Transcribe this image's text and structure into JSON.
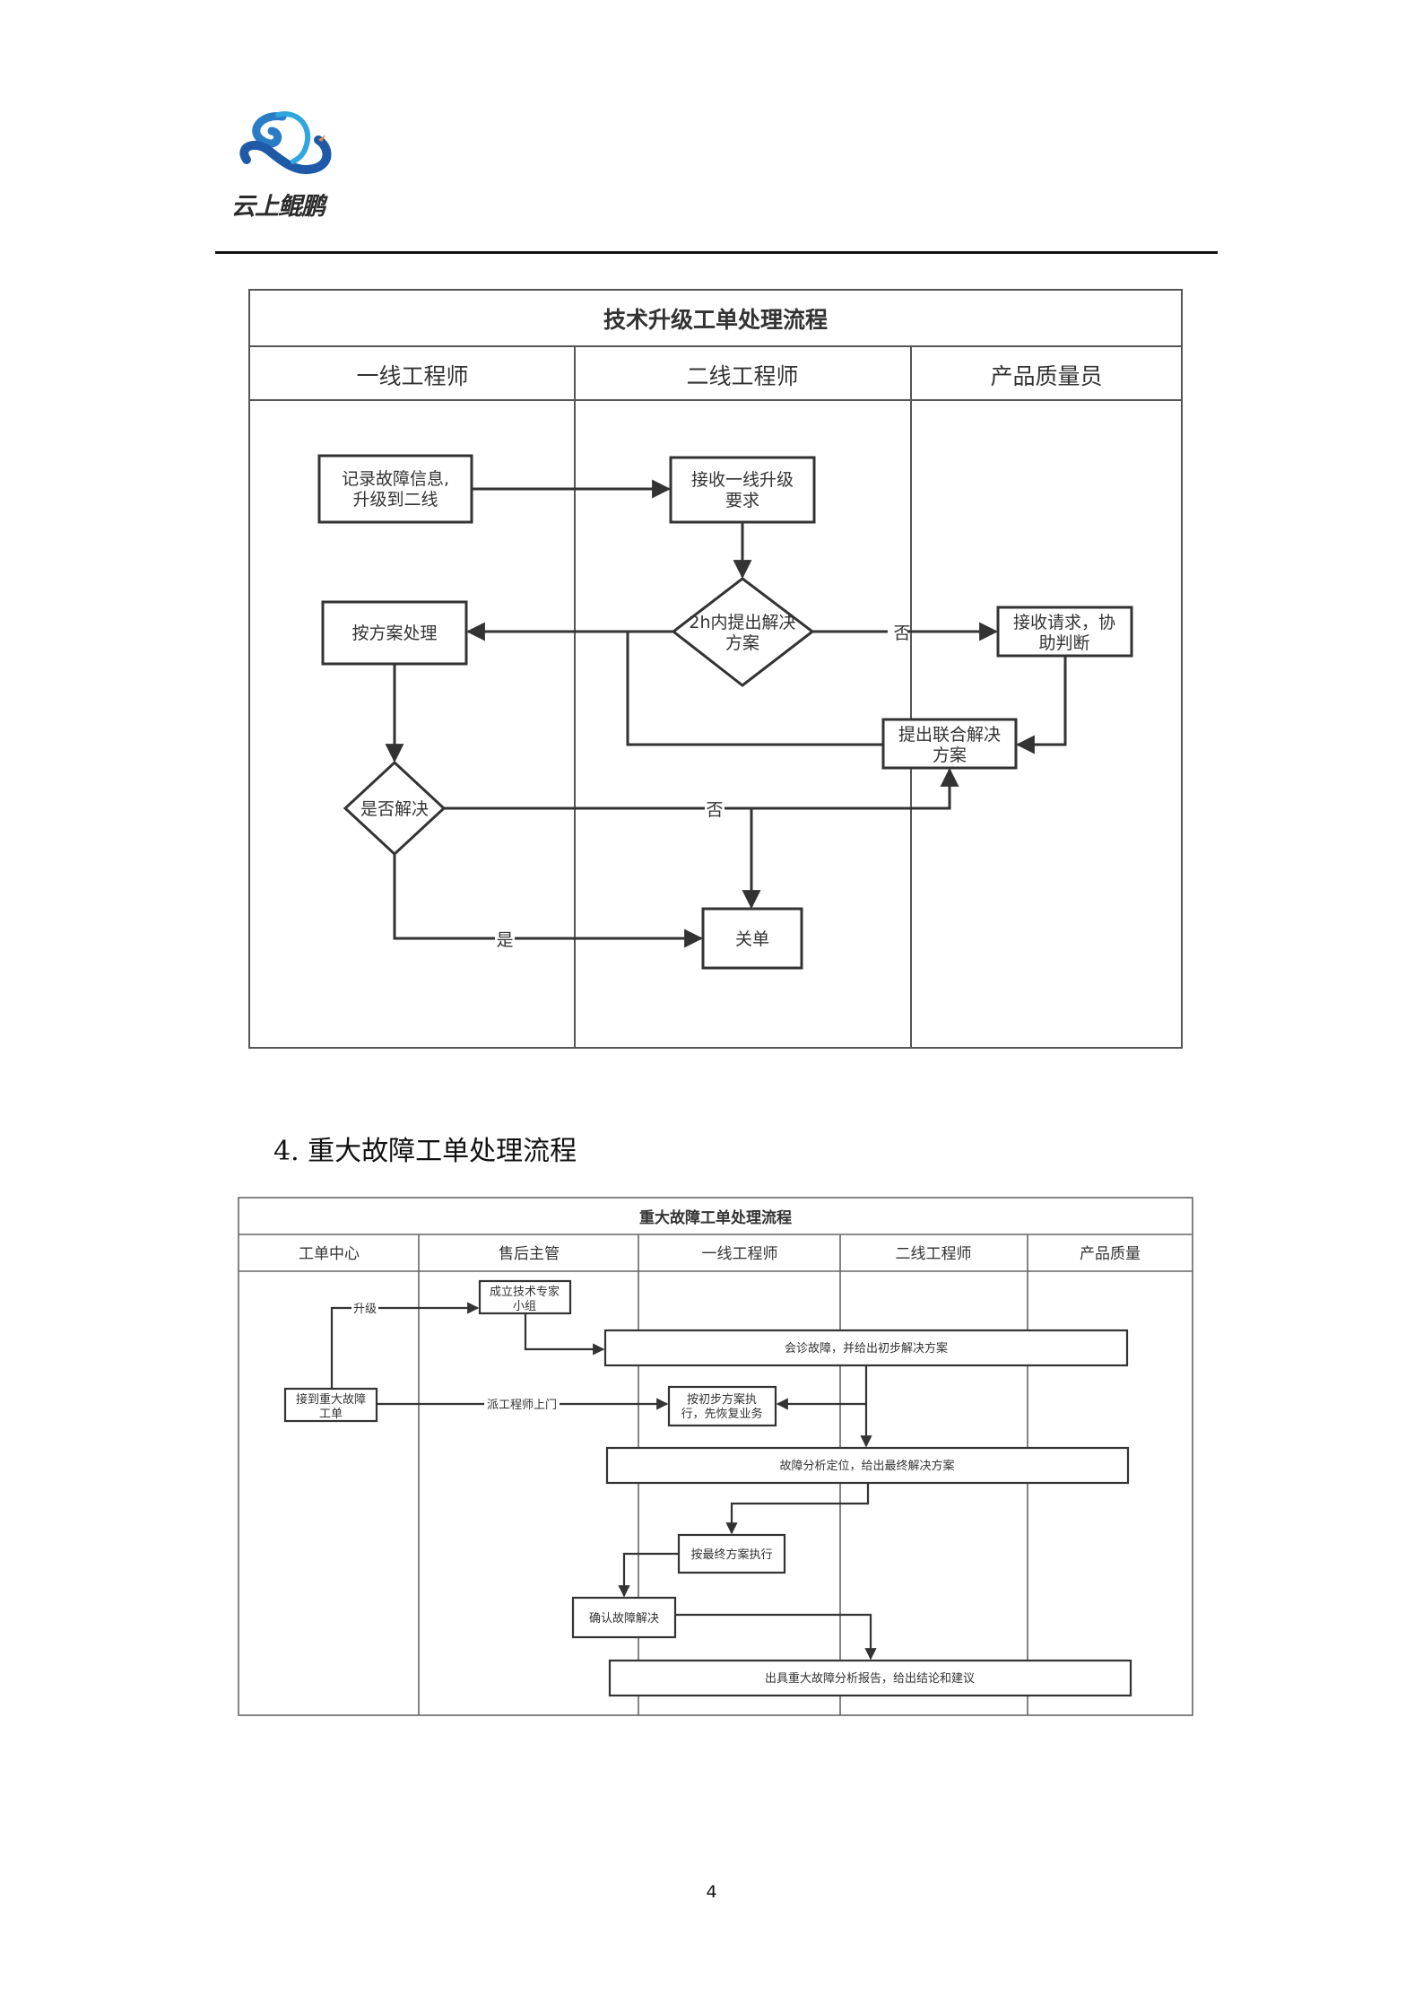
{
  "logo": {
    "icon": "cloud-phoenix-logo-icon",
    "text": "云上鲲鹏",
    "colors": {
      "primary": "#1e5aa8",
      "secondary": "#2fa6de",
      "accent": "#e8873a"
    }
  },
  "diagram1": {
    "title": "技术升级工单处理流程",
    "lanes": [
      "一线工程师",
      "二线工程师",
      "产品质量员"
    ],
    "nodes": {
      "record": [
        "记录故障信息,",
        "升级到二线"
      ],
      "receive": [
        "接收一线升级",
        "要求"
      ],
      "decide2h": [
        "2h内提出解决",
        "方案"
      ],
      "assist": [
        "接收请求，协",
        "助判断"
      ],
      "process": [
        "按方案处理"
      ],
      "joint": [
        "提出联合解决",
        "方案"
      ],
      "resolved": [
        "是否解决"
      ],
      "close": [
        "关单"
      ]
    },
    "labels": {
      "no1": "否",
      "no2": "否",
      "yes": "是"
    }
  },
  "section": {
    "number": "4.",
    "title": "重大故障工单处理流程"
  },
  "diagram2": {
    "title": "重大故障工单处理流程",
    "lanes": [
      "工单中心",
      "售后主管",
      "一线工程师",
      "二线工程师",
      "产品质量"
    ],
    "nodes": {
      "receive": [
        "接到重大故障",
        "工单"
      ],
      "expert": [
        "成立技术专家",
        "小组"
      ],
      "consult": [
        "会诊故障，并给出初步解决方案"
      ],
      "initial": [
        "按初步方案执",
        "行，先恢复业务"
      ],
      "analyze": [
        "故障分析定位，给出最终解决方案"
      ],
      "final": [
        "按最终方案执行"
      ],
      "confirm": [
        "确认故障解决"
      ],
      "report": [
        "出具重大故障分析报告，给出结论和建议"
      ]
    },
    "labels": {
      "upgrade": "升级",
      "dispatch": "派工程师上门"
    }
  },
  "page_number": "4"
}
